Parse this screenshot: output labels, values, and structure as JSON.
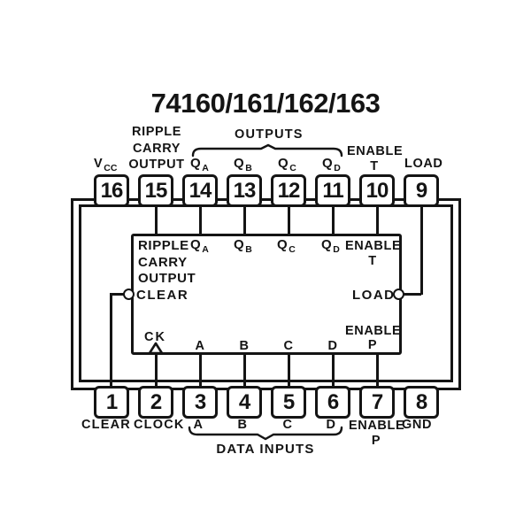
{
  "title": "74160/161/162/163",
  "colors": {
    "ink": "#141414",
    "paper": "#ffffff"
  },
  "outside_top": {
    "vcc_base": "V",
    "vcc_sub": "CC",
    "rco": [
      "RIPPLE",
      "CARRY",
      "OUTPUT"
    ],
    "outputs_label": "OUTPUTS",
    "q_labels": [
      {
        "base": "Q",
        "sub": "A"
      },
      {
        "base": "Q",
        "sub": "B"
      },
      {
        "base": "Q",
        "sub": "C"
      },
      {
        "base": "Q",
        "sub": "D"
      }
    ],
    "enable_t": [
      "ENABLE",
      "T"
    ],
    "load_label": "LOAD"
  },
  "pins_top": [
    "16",
    "15",
    "14",
    "13",
    "12",
    "11",
    "10",
    "9"
  ],
  "pins_bottom": [
    "1",
    "2",
    "3",
    "4",
    "5",
    "6",
    "7",
    "8"
  ],
  "inner": {
    "rco": [
      "RIPPLE",
      "CARRY",
      "OUTPUT"
    ],
    "clear_label": "CLEAR",
    "q_ports": [
      {
        "base": "Q",
        "sub": "A"
      },
      {
        "base": "Q",
        "sub": "B"
      },
      {
        "base": "Q",
        "sub": "C"
      },
      {
        "base": "Q",
        "sub": "D"
      }
    ],
    "enable_t": [
      "ENABLE",
      "T"
    ],
    "load_label": "LOAD",
    "ck_label": "CK",
    "data_ports": [
      "A",
      "B",
      "C",
      "D"
    ],
    "enable_p": [
      "ENABLE",
      "P"
    ]
  },
  "outside_bottom": {
    "clear_label": "CLEAR",
    "clock_label": "CLOCK",
    "data_labels": [
      "A",
      "B",
      "C",
      "D"
    ],
    "enable_p": [
      "ENABLE",
      "P"
    ],
    "gnd_label": "GND",
    "group_label": "DATA INPUTS"
  }
}
